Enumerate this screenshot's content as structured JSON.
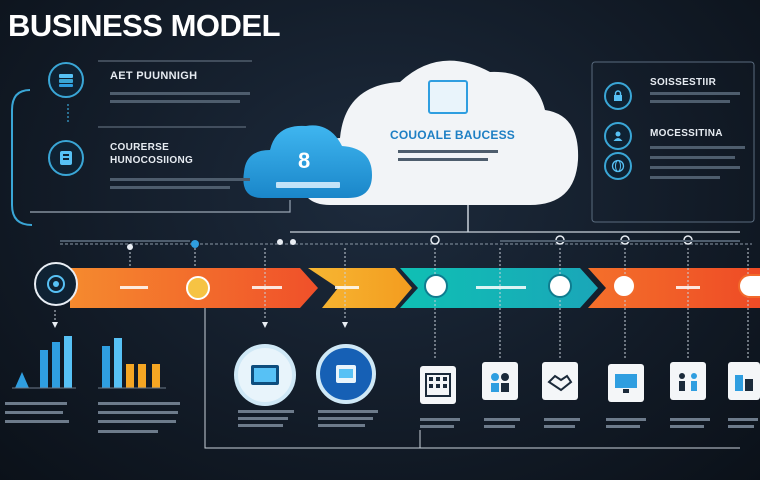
{
  "title": "BUSINESS MODEL",
  "left_panel": {
    "item1_title": "AET PUUNNIGH",
    "item2_title_line1": "COURERSE",
    "item2_title_line2": "HUNOCOSIIONG"
  },
  "cloud": {
    "title": "COUOALE BAUCESS",
    "badge_number": "8"
  },
  "right_panel": {
    "item1_title": "SOISSESTIIR",
    "item2_title": "MOCESSITINA"
  },
  "colors": {
    "orange": "#f26a2b",
    "amber": "#f5a623",
    "teal": "#16b4b0",
    "blue": "#3aa6d6",
    "navy": "#0f2233"
  }
}
